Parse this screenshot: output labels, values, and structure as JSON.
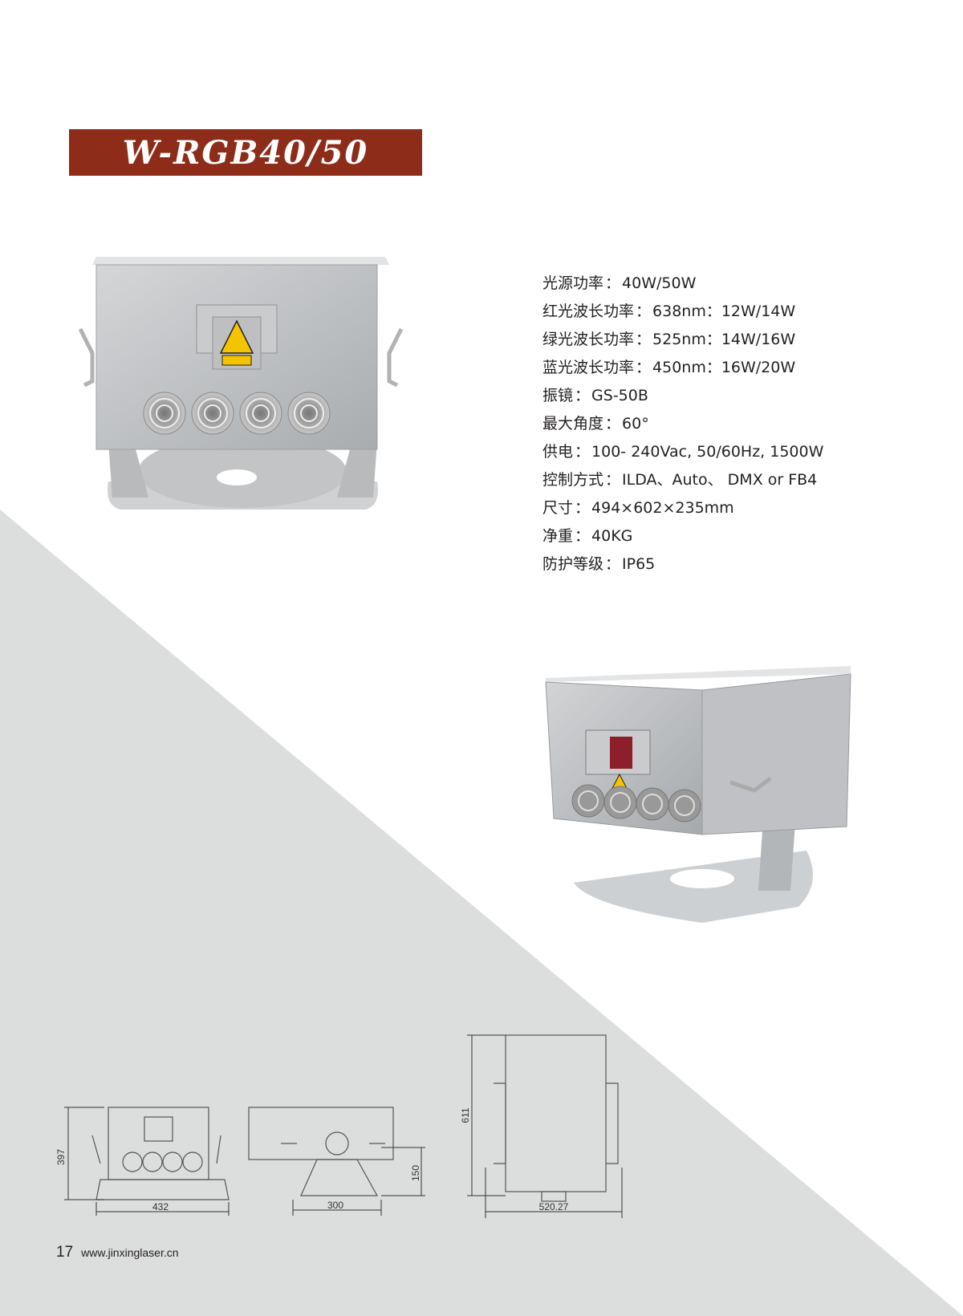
{
  "title": "W-RGB40/50",
  "specs": [
    {
      "label": "光源功率",
      "value": "40W/50W"
    },
    {
      "label": "红光波长功率",
      "value": "638nm：12W/14W"
    },
    {
      "label": "绿光波长功率",
      "value": "525nm：14W/16W"
    },
    {
      "label": "蓝光波长功率",
      "value": "450nm：16W/20W"
    },
    {
      "label": "振镜",
      "value": "GS-50B"
    },
    {
      "label": "最大角度",
      "value": "60°"
    },
    {
      "label": "供电",
      "value": "100- 240Vac, 50/60Hz, 1500W"
    },
    {
      "label": "控制方式",
      "value": "ILDA、Auto、 DMX or FB4"
    },
    {
      "label": "尺寸",
      "value": "494×602×235mm"
    },
    {
      "label": "净重",
      "value": "40KG"
    },
    {
      "label": "防护等级",
      "value": "IP65"
    }
  ],
  "spec_separator": "：",
  "drawings": {
    "front": {
      "height": "397",
      "width": "432"
    },
    "side": {
      "base_width": "300",
      "base_height": "150"
    },
    "top": {
      "length": "611",
      "width": "520.27"
    }
  },
  "footer": {
    "page_number": "17",
    "url": "www.jinxinglaser.cn"
  },
  "colors": {
    "banner": "#8e2c1a",
    "background_triangle": "#dcdddd",
    "metal": "#b9bcbf"
  }
}
